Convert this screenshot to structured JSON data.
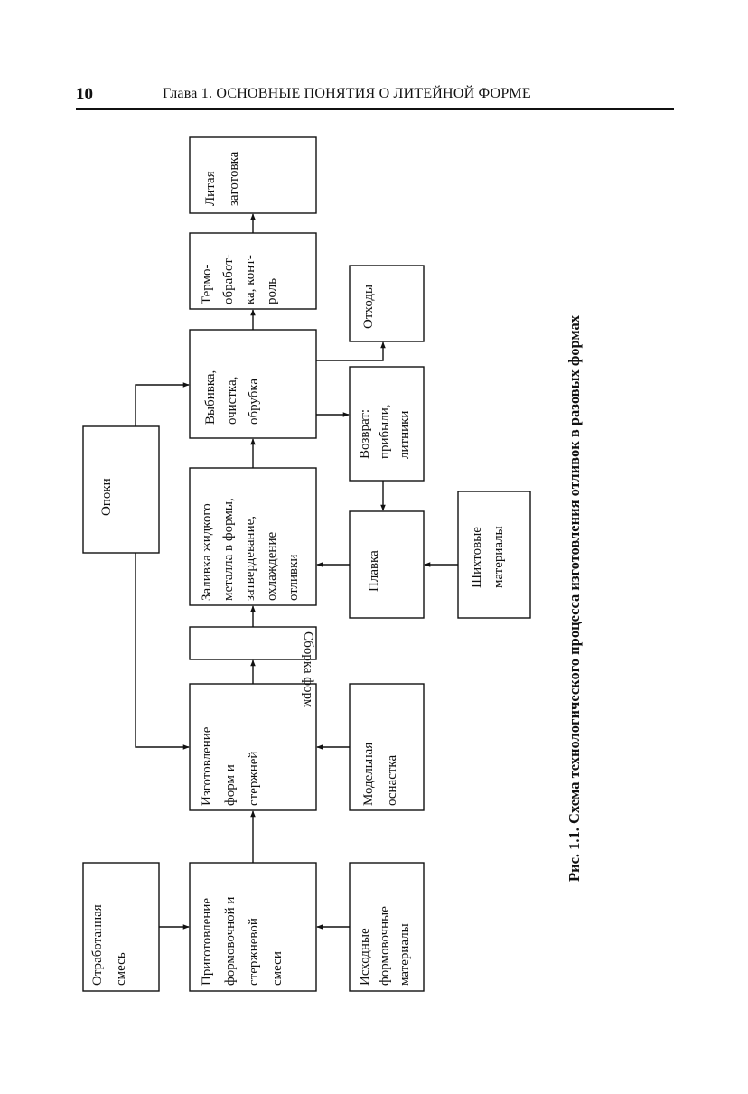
{
  "header": {
    "page_number": "10",
    "running_title": "Глава 1. ОСНОВНЫЕ ПОНЯТИЯ О ЛИТЕЙНОЙ ФОРМЕ"
  },
  "diagram": {
    "caption": "Рис. 1.1. Схема технологического процесса изготовления отливок в разовых формах",
    "boxes": {
      "otrabotannaya": [
        "Отработанная",
        "смесь"
      ],
      "prigotovlenie": [
        "Приготовление",
        "формовочной и",
        "стержневой",
        "смеси"
      ],
      "iskhodnye": [
        "Исходные",
        "формовочные",
        "материалы"
      ],
      "izgotovlenie": [
        "Изготовление",
        "форм и",
        "стержней"
      ],
      "modelnaya": [
        "Модельная",
        "оснастка"
      ],
      "sborka": [
        "Сборка форм"
      ],
      "opoki": [
        "Опоки"
      ],
      "zalivka": [
        "Заливка жидкого",
        "металла в формы,",
        "затвердевание,",
        "охлаждение",
        "отливки"
      ],
      "plavka": [
        "Плавка"
      ],
      "shikhtovye": [
        "Шихтовые",
        "материалы"
      ],
      "vozvrat": [
        "Возврат:",
        "прибыли,",
        "литники"
      ],
      "vybivka": [
        "Выбивка,",
        "очистка,",
        "обрубка"
      ],
      "otkhody": [
        "Отходы"
      ],
      "termo": [
        "Термо-",
        "обработ-",
        "ка, конт-",
        "роль"
      ],
      "litaya": [
        "Литая",
        "заготовка"
      ]
    }
  }
}
